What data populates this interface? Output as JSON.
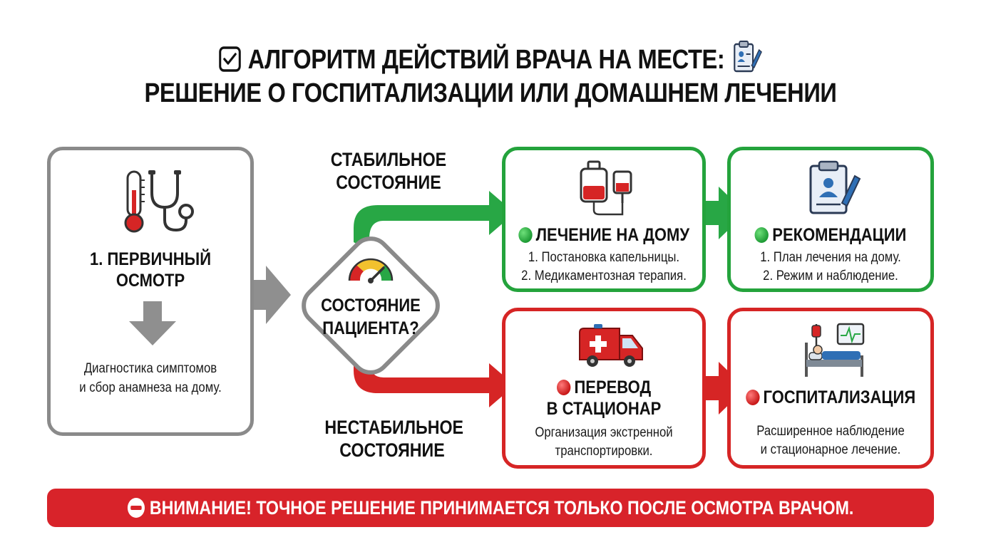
{
  "title": {
    "line1": "АЛГОРИТМ ДЕЙСТВИЙ ВРАЧА НА МЕСТЕ:",
    "line2": "РЕШЕНИЕ О ГОСПИТАЛИЗАЦИИ ИЛИ ДОМАШНЕМ ЛЕЧЕНИИ"
  },
  "primary": {
    "heading_line1": "1. ПЕРВИЧНЫЙ",
    "heading_line2": "ОСМОТР",
    "text_line1": "Диагностика симптомов",
    "text_line2": "и сбор анамнеза на дому."
  },
  "decision": {
    "line1": "СОСТОЯНИЕ",
    "line2": "ПАЦИЕНТА?"
  },
  "stable_label": {
    "line1": "СТАБИЛЬНОЕ",
    "line2": "СОСТОЯНИЕ"
  },
  "unstable_label": {
    "line1": "НЕСТАБИЛЬНОЕ",
    "line2": "СОСТОЯНИЕ"
  },
  "home": {
    "heading": "ЛЕЧЕНИЕ НА ДОМУ",
    "line1": "1. Постановка капельницы.",
    "line2": "2. Медикаментозная терапия."
  },
  "recommendations": {
    "heading": "РЕКОМЕНДАЦИИ",
    "line1": "1. План лечения на дому.",
    "line2": "2. Режим и наблюдение."
  },
  "transfer": {
    "heading_line1": "ПЕРЕВОД",
    "heading_line2": "В СТАЦИОНАР",
    "line1": "Организация экстренной",
    "line2": "транспортировки."
  },
  "hospital": {
    "heading": "ГОСПИТАЛИЗАЦИЯ",
    "line1": "Расширенное наблюдение",
    "line2": "и стационарное лечение."
  },
  "warning": {
    "text": "ВНИМАНИЕ! ТОЧНОЕ РЕШЕНИЕ ПРИНИМАЕТСЯ ТОЛЬКО ПОСЛЕ ОСМОТРА ВРАЧОМ."
  },
  "colors": {
    "green": "#24a33c",
    "red": "#d62525",
    "gray": "#8a8a8a"
  },
  "icons": [
    "checkbox-icon",
    "clipboard-icon",
    "thermometer-icon",
    "stethoscope-icon",
    "gauge-icon",
    "iv-drip-icon",
    "ambulance-icon",
    "hospital-bed-icon"
  ]
}
